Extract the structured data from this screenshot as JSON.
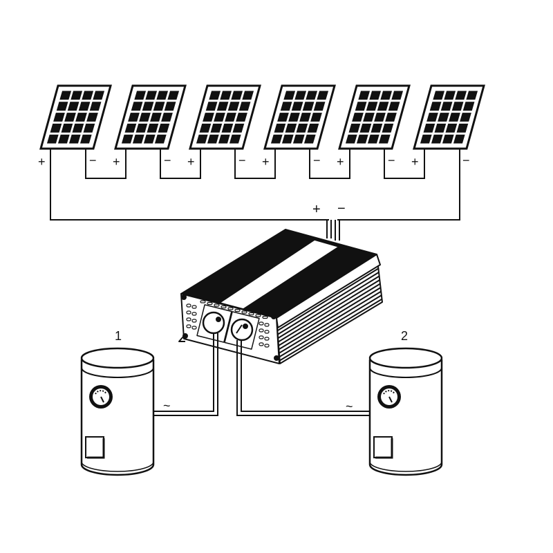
{
  "labels": {
    "plus": "+",
    "minus": "−",
    "heater_1": "1",
    "heater_2": "2",
    "ac": "~"
  },
  "panels": [
    {
      "plus": "+",
      "minus": "−"
    },
    {
      "plus": "+",
      "minus": "−"
    },
    {
      "plus": "+",
      "minus": "−"
    },
    {
      "plus": "+",
      "minus": "−"
    },
    {
      "plus": "+",
      "minus": "−"
    },
    {
      "plus": "+",
      "minus": "−"
    }
  ],
  "panel_grid": {
    "columns": 4,
    "rows": 5
  },
  "colors": {
    "line": "#111111",
    "background": "#ffffff"
  }
}
